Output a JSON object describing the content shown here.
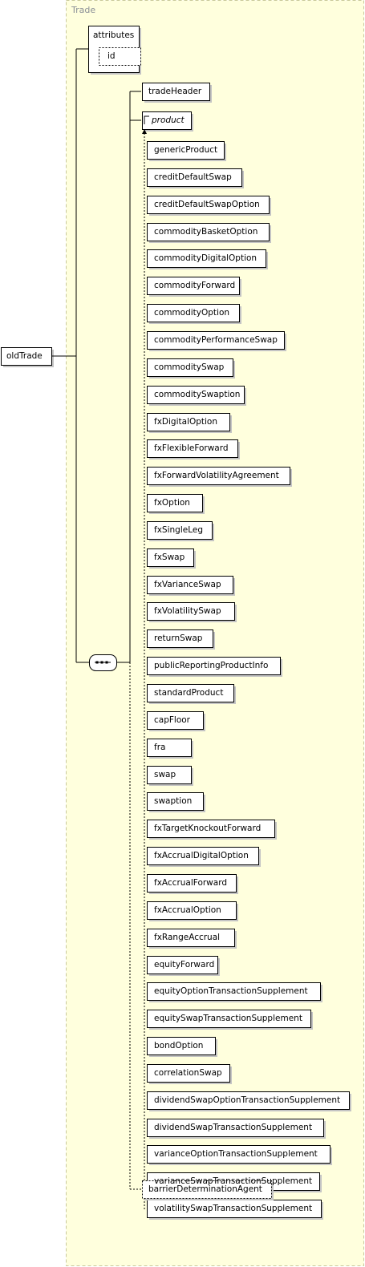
{
  "frame": {
    "title": "Trade"
  },
  "root": {
    "label": "oldTrade"
  },
  "attributes": {
    "label": "attributes",
    "items": [
      "id"
    ]
  },
  "header": {
    "label": "tradeHeader"
  },
  "product": {
    "label": "product"
  },
  "products": [
    "genericProduct",
    "creditDefaultSwap",
    "creditDefaultSwapOption",
    "commodityBasketOption",
    "commodityDigitalOption",
    "commodityForward",
    "commodityOption",
    "commodityPerformanceSwap",
    "commoditySwap",
    "commoditySwaption",
    "fxDigitalOption",
    "fxFlexibleForward",
    "fxForwardVolatilityAgreement",
    "fxOption",
    "fxSingleLeg",
    "fxSwap",
    "fxVarianceSwap",
    "fxVolatilitySwap",
    "returnSwap",
    "publicReportingProductInfo",
    "standardProduct",
    "capFloor",
    "fra",
    "swap",
    "swaption",
    "fxTargetKnockoutForward",
    "fxAccrualDigitalOption",
    "fxAccrualForward",
    "fxAccrualOption",
    "fxRangeAccrual",
    "equityForward",
    "equityOptionTransactionSupplement",
    "equitySwapTransactionSupplement",
    "bondOption",
    "correlationSwap",
    "dividendSwapOptionTransactionSupplement",
    "dividendSwapTransactionSupplement",
    "varianceOptionTransactionSupplement",
    "varianceSwapTransactionSupplement",
    "volatilitySwapTransactionSupplement"
  ],
  "optional": {
    "label": "barrierDeterminationAgent"
  }
}
